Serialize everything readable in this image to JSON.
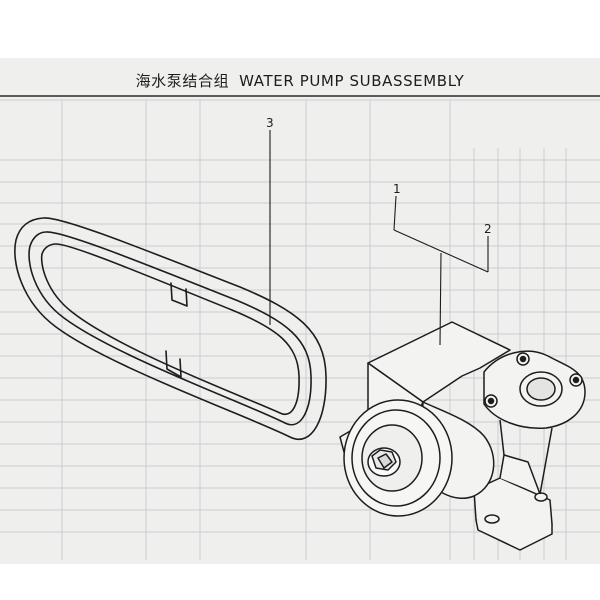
{
  "title": {
    "chinese": "海水泵结合组",
    "english": "WATER PUMP SUBASSEMBLY"
  },
  "callouts": {
    "c1": "1",
    "c2": "2",
    "c3": "3"
  },
  "colors": {
    "ink": "#1d1d1d",
    "paper": "#efefee",
    "grid": "#c4c7ce"
  }
}
